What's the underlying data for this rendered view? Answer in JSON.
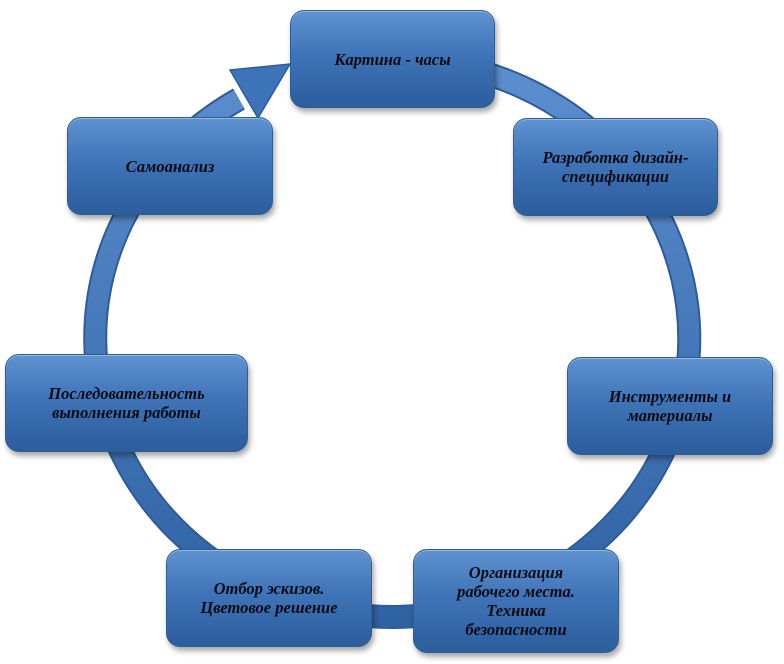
{
  "diagram": {
    "type": "cycle",
    "nodes": [
      {
        "id": "kartina-chasy",
        "label": "Картина - часы"
      },
      {
        "id": "razrabotka",
        "label": "Разработка дизайн-\nспецификации"
      },
      {
        "id": "instrumenty",
        "label": "Инструменты и\nматериалы"
      },
      {
        "id": "organizatsiya",
        "label": "Организация\nрабочего места.\nТехника\nбезопасности"
      },
      {
        "id": "otbor",
        "label": "Отбор эскизов.\nЦветовое решение"
      },
      {
        "id": "posledovatelnost",
        "label": "Последовательность\nвыполнения работы"
      },
      {
        "id": "samoanaliz",
        "label": "Самоанализ"
      }
    ],
    "ring_color": "#3d73b9",
    "node_color": "#4a7fc1",
    "text_color": "#0b0b14"
  }
}
